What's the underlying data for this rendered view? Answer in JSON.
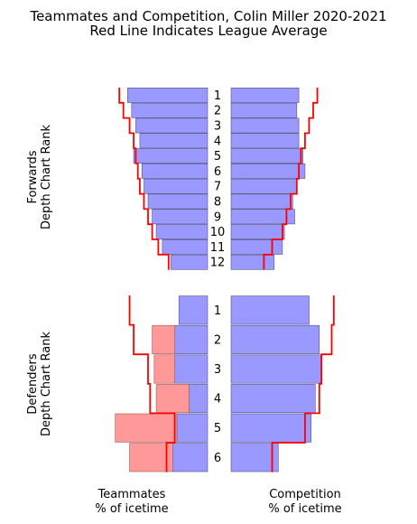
{
  "chart_data": {
    "type": "bar",
    "title": [
      "Teammates and Competition, Colin Miller 2020-2021",
      "Red Line Indicates League Average"
    ],
    "colors": {
      "bar": "#9999ff",
      "bar_edge": "#55557a",
      "highlight": "#ff9999",
      "highlight_edge": "#a05a5a",
      "average_line": "#ff0000"
    },
    "panels": [
      {
        "ylabel": [
          "Forwards",
          "Depth Chart Rank"
        ],
        "ranks": [
          "1",
          "2",
          "3",
          "4",
          "5",
          "6",
          "7",
          "8",
          "9",
          "10",
          "11",
          "12"
        ],
        "teammates": [
          19.5,
          18.5,
          17.5,
          16.5,
          18.0,
          16.0,
          15.5,
          14.5,
          13.5,
          12.5,
          11.0,
          9.0
        ],
        "teammates_highlight": [
          0,
          0,
          0,
          0,
          0,
          0,
          0,
          0,
          0,
          0,
          0,
          0
        ],
        "teammates_avg": [
          21.5,
          20.5,
          19.0,
          18.0,
          17.5,
          17.0,
          16.5,
          15.5,
          14.5,
          13.5,
          12.0,
          9.5
        ],
        "competition": [
          16.5,
          16.0,
          16.5,
          16.5,
          17.5,
          18.0,
          16.0,
          15.0,
          15.5,
          13.0,
          12.5,
          10.5
        ],
        "competition_avg": [
          21.0,
          20.0,
          19.0,
          18.0,
          17.0,
          16.5,
          16.0,
          14.5,
          13.5,
          12.5,
          10.0,
          8.0
        ]
      },
      {
        "ylabel": [
          "Defenders",
          "Depth Chart Rank"
        ],
        "ranks": [
          "1",
          "2",
          "3",
          "4",
          "5",
          "6"
        ],
        "teammates": [
          7.0,
          8.0,
          8.0,
          4.5,
          7.5,
          8.5
        ],
        "teammates_highlight": [
          0,
          5.5,
          5.0,
          8.0,
          15.0,
          10.5
        ],
        "teammates_avg": [
          19.0,
          18.0,
          14.5,
          14.0,
          8.0,
          10.0
        ],
        "competition": [
          19.0,
          21.5,
          22.0,
          20.5,
          19.5,
          11.5
        ],
        "competition_avg": [
          25.0,
          24.5,
          22.0,
          21.5,
          18.0,
          10.0
        ]
      }
    ],
    "xlabels": {
      "left": [
        "Teammates",
        "% of icetime"
      ],
      "right": [
        "Competition",
        "% of icetime"
      ]
    }
  }
}
